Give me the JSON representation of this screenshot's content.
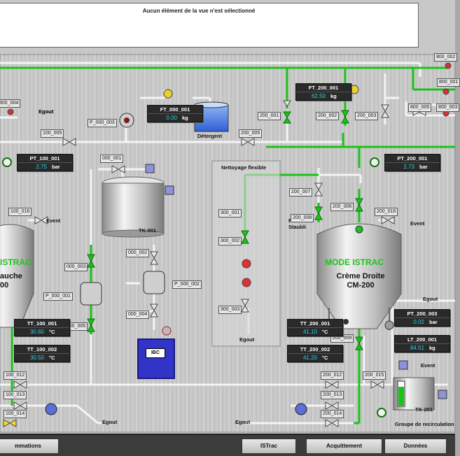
{
  "message_bar": {
    "text": "Aucun élément de la vue n'est sélectionné"
  },
  "process": {
    "mode_left": "ISTRAC",
    "mode_right": "MODE ISTRAC",
    "tank_left_name": "auche\n00",
    "tank_right_name": "Crème Droite\nCM-200",
    "tk001": "TK-001",
    "tk201": "TK-201",
    "ibc": "IBC",
    "labels": {
      "egout_1": "Egout",
      "egout_2": "Egout",
      "egout_3": "Egout",
      "egout_4": "Egout",
      "egout_5": "Egout",
      "egout_6": "Egout",
      "event_1": "Event",
      "event_2": "Event",
      "event_3": "Event",
      "detergent": "Détergent",
      "nettoyage": "Nettoyage flexible",
      "raccord": "Raccord\nStaubli",
      "groupe": "Groupe de recirculation"
    },
    "tags": {
      "t800_002": "800_002",
      "t800_004": "800_004",
      "t800_001": "800_001",
      "t800_005": "800_005",
      "t800_003": "800_003",
      "t100_005": "100_005",
      "t200_005": "200_005",
      "t200_001": "200_001",
      "t200_002": "200_002",
      "t200_003": "200_003",
      "tP_000_003": "P_000_003",
      "t000_001": "000_001",
      "t100_016": "100_016",
      "t300_001": "300_001",
      "t300_002": "300_002",
      "t200_007": "200_007",
      "t200_006": "200_006",
      "t200_008": "200_008",
      "t200_016": "200_016",
      "t000_002": "000_002",
      "t000_003": "000_003",
      "tP_000_001": "P_000_001",
      "tP_000_002": "P_000_002",
      "t000_005": "000_005",
      "t000_004": "000_004",
      "t300_003": "300_003",
      "t200_009": "200_009",
      "t100_012": "100_012",
      "t100_013": "100_013",
      "t100_014": "100_014",
      "t200_012": "200_012",
      "t200_013": "200_013",
      "t200_014": "200_014",
      "t200_015": "200_015"
    },
    "instruments": {
      "ft_000_001": {
        "name": "FT_000_001",
        "value": "0.00",
        "unit": "kg"
      },
      "ft_200_001": {
        "name": "FT_200_001",
        "value": "62.50",
        "unit": "kg"
      },
      "pt_100_001": {
        "name": "PT_100_001",
        "value": "2.75",
        "unit": "bar"
      },
      "pt_200_001": {
        "name": "PT_200_001",
        "value": "2.73",
        "unit": "bar"
      },
      "tt_100_001": {
        "name": "TT_100_001",
        "value": "30.60",
        "unit": "°C"
      },
      "tt_100_002": {
        "name": "TT_100_002",
        "value": "30.50",
        "unit": "°C"
      },
      "tt_200_001": {
        "name": "TT_200_001",
        "value": "41.10",
        "unit": "°C"
      },
      "tt_200_002": {
        "name": "TT_200_002",
        "value": "41.20",
        "unit": "°C"
      },
      "pt_200_003": {
        "name": "PT_200_003",
        "value": "0.02",
        "unit": "bar"
      },
      "lt_200_001": {
        "name": "LT_200_001",
        "value": "84.51",
        "unit": "kg"
      }
    }
  },
  "bottom_bar": {
    "alarms": "mmations",
    "istrac": "ISTrac",
    "acquittement": "Acquittement",
    "donnees": "Données"
  },
  "colors": {
    "line_active": "#19c419",
    "line_idle": "#f2f2f2",
    "bg": "#c6c6c6",
    "value": "#23d3e6"
  }
}
